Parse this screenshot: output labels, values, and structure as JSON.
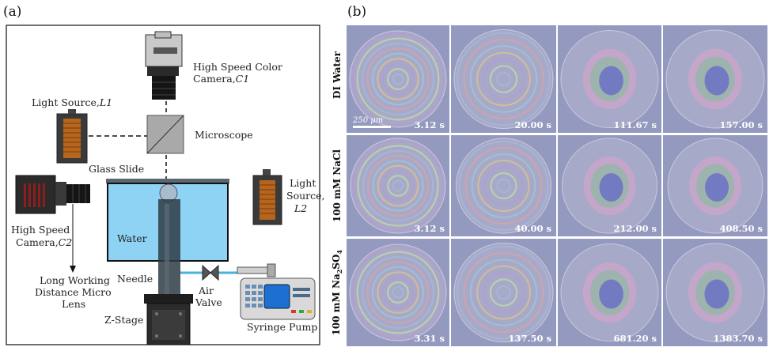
{
  "panel_a_label": "(a)",
  "panel_b_label": "(b)",
  "setup": {
    "camera1_line1": "High Speed Color",
    "camera1_line2": "Camera,",
    "camera1_var": "C1",
    "light1_text": "Light Source,",
    "light1_var": "L1",
    "microscope": "Microscope",
    "glass_slide": "Glass Slide",
    "camera2_line1": "High  Speed",
    "camera2_line2": "Camera,",
    "camera2_var": "C2",
    "light2_line1": "Light",
    "light2_line2": "Source,",
    "light2_var": "L2",
    "water": "Water",
    "needle": "Needle",
    "air_line1": "Air",
    "air_line2": "Valve",
    "lens_line1": "Long Working",
    "lens_line2": "Distance Micro",
    "lens_line3": "Lens",
    "zstage": "Z-Stage",
    "syringe_pump": "Syringe Pump"
  },
  "rows": [
    {
      "label": "DI Water",
      "times": [
        "3.12 s",
        "20.00 s",
        "111.67 s",
        "157.00 s"
      ]
    },
    {
      "label": "100 mM NaCl",
      "times": [
        "3.12 s",
        "40.00 s",
        "212.00 s",
        "408.50 s"
      ]
    },
    {
      "label_main": "100 mM Na",
      "label_sub": "2",
      "label_main2": "SO",
      "label_sub2": "4",
      "times": [
        "3.31 s",
        "137.50 s",
        "681.20 s",
        "1383.70 s"
      ]
    }
  ],
  "scale_bar": "250 μm",
  "colors": {
    "water": "#8fd3f4",
    "frame_bg": "#9aa0c4",
    "copper": "#b5651d"
  }
}
